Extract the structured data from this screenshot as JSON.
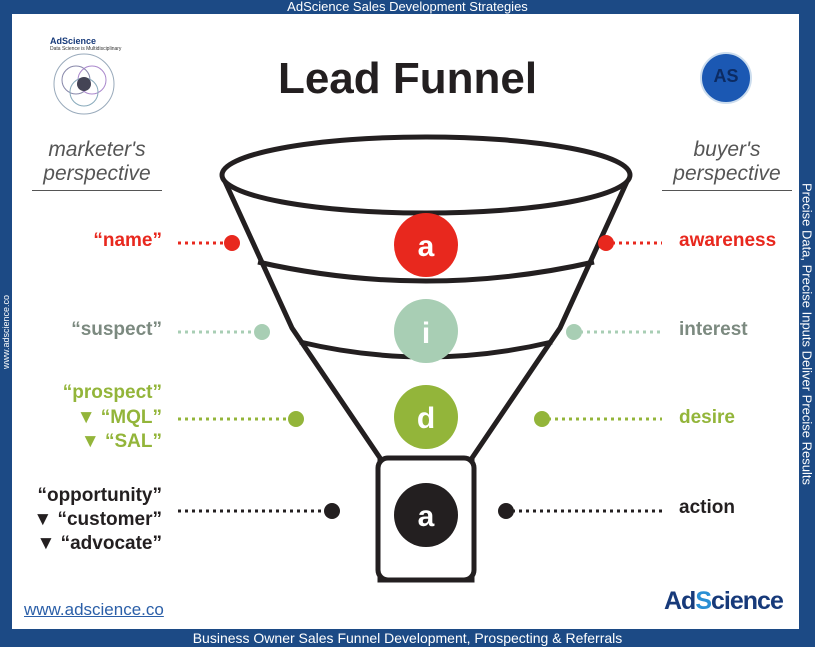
{
  "header": {
    "text": "AdScience Sales Development Strategies"
  },
  "footer": {
    "text": "Business Owner Sales Funnel Development, Prospecting & Referrals"
  },
  "sidebar_right": {
    "text": "Precise Data, Precise Inputs Deliver Precise Results"
  },
  "sidebar_left": {
    "text": "www.adscience.co"
  },
  "title": "Lead Funnel",
  "marketer_perspective": "marketer's perspective",
  "buyer_perspective": "buyer's perspective",
  "stages": [
    {
      "letter": "a",
      "color": "#e8281e",
      "marketer": [
        "“name”"
      ],
      "buyer": "awareness"
    },
    {
      "letter": "i",
      "color": "#a8ceb4",
      "marketer": [
        "“suspect”"
      ],
      "buyer": "interest"
    },
    {
      "letter": "d",
      "color": "#93b53a",
      "marketer": [
        "“prospect”",
        "▼ “MQL”",
        "▼ “SAL”"
      ],
      "buyer": "desire"
    },
    {
      "letter": "a",
      "color": "#231f20",
      "marketer": [
        "“opportunity”",
        "▼ “customer”",
        "▼ “advocate”"
      ],
      "buyer": "action"
    }
  ],
  "label_colors": {
    "awareness": "#e8281e",
    "interest": "#7c8a80",
    "desire": "#93b53a",
    "action": "#231f20"
  },
  "url": "www.adscience.co",
  "logo": {
    "brand": "AdScience",
    "small_name": "AdScience",
    "small_tagline": "Data Science is Multidisciplinary",
    "badge": "AS"
  }
}
